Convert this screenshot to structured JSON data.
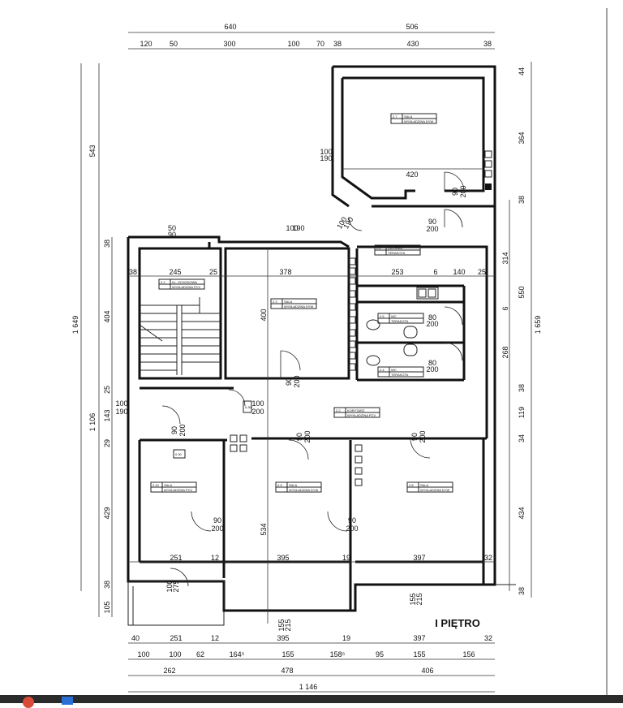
{
  "title": "I PIĘTRO",
  "dims": {
    "top1": [
      "640",
      "506"
    ],
    "top2": [
      "120",
      "50",
      "300",
      "100",
      "70",
      "38",
      "430",
      "38"
    ],
    "left_outer": [
      "543",
      "1 649"
    ],
    "left_inner": [
      "38",
      "404",
      "25",
      "143",
      "29",
      "429",
      "38",
      "105"
    ],
    "left_total2": "1 106",
    "right_inner": [
      "44",
      "364",
      "38",
      "314",
      "550",
      "6",
      "268",
      "38",
      "119",
      "34",
      "434",
      "38"
    ],
    "right_outer": "1 659",
    "row_a": [
      "38",
      "245",
      "25",
      "378",
      "253",
      "6",
      "140",
      "25"
    ],
    "row_b": [
      "251",
      "12",
      "395",
      "19",
      "397",
      "32"
    ],
    "bottom1": [
      "40",
      "251",
      "12",
      "395",
      "19",
      "397",
      "32"
    ],
    "bottom2": [
      "100",
      "100",
      "62",
      "164⁵",
      "155",
      "158⁵",
      "95",
      "155",
      "156"
    ],
    "bottom3": [
      "262",
      "478",
      "406"
    ],
    "bottom4": "1 146",
    "inner_420": "420",
    "inner_400": "400",
    "inner_534": "534"
  },
  "openings": {
    "w_100_190_a": [
      "100",
      "190"
    ],
    "w_100_190_b": [
      "100",
      "190"
    ],
    "w_50_90": [
      "50",
      "90"
    ],
    "w_100_190_c": [
      "100",
      "190"
    ],
    "w_100_190_d": [
      "100",
      "190"
    ],
    "w_100_200": [
      "100",
      "200"
    ],
    "d_90_200": [
      "90",
      "200"
    ],
    "d_80_200": [
      "80",
      "200"
    ],
    "w_100_275": [
      "100",
      "275"
    ],
    "w_155_215": [
      "155",
      "215"
    ]
  },
  "rooms": [
    {
      "id": "r27",
      "num": "2.7",
      "name": "SALA",
      "floor": "WYKŁADZINA DYW"
    },
    {
      "id": "r26",
      "num": "2.6",
      "name": "KUCHNIA",
      "floor": "TERAKOTA"
    },
    {
      "id": "r21",
      "num": "2.1",
      "name": "KL. SCHODOWA",
      "floor": "WYKŁADZINA PCV"
    },
    {
      "id": "r23",
      "num": "2.3",
      "name": "SALA",
      "floor": "WYKŁADZINA DYW"
    },
    {
      "id": "r25",
      "num": "2.5",
      "name": "WC",
      "floor": "TERAKOTA"
    },
    {
      "id": "r24",
      "num": "2.4",
      "name": "WC",
      "floor": "TERAKOTA"
    },
    {
      "id": "r22",
      "num": "2.2",
      "name": "KORYTARZ",
      "floor": "WYKŁADZINA PCV"
    },
    {
      "id": "r210",
      "num": "2.10",
      "name": "SALA",
      "floor": "WYKŁADZINA PCV"
    },
    {
      "id": "r29",
      "num": "2.9",
      "name": "SALA",
      "floor": "WYKŁADZINA DYW"
    },
    {
      "id": "r28",
      "num": "2.8",
      "name": "SALA",
      "floor": "WYKŁADZINA DYW"
    }
  ],
  "labels": {
    "rc1": "0,30",
    "rc2": "0,30"
  }
}
